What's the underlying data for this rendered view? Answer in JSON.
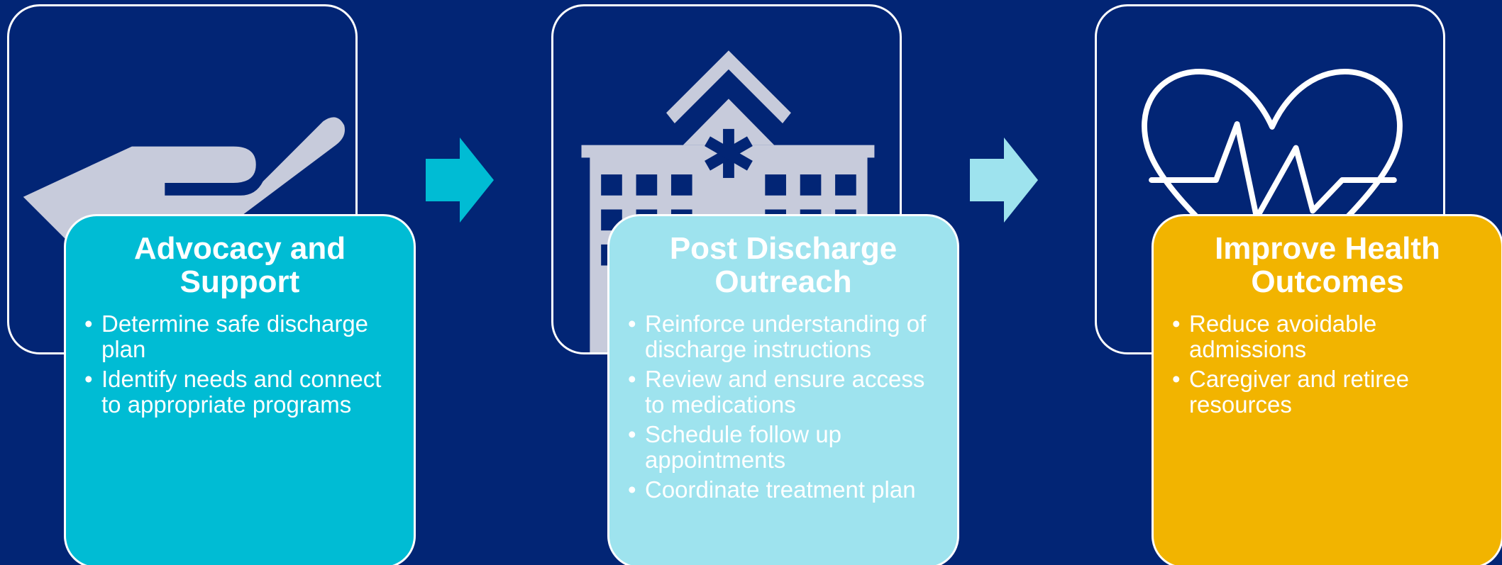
{
  "colors": {
    "background": "#022575",
    "card_advocacy": "#00bcd4",
    "card_outreach": "#9ee3ee",
    "card_outcomes": "#f2b400",
    "arrow_1": "#00bcd4",
    "arrow_2": "#9ee3ee",
    "icon_fill": "#c7cbdb",
    "outline": "#ffffff"
  },
  "steps": [
    {
      "icon": "open-hand-icon",
      "title": "Advocacy and Support",
      "bullets": [
        "Determine safe discharge plan",
        "Identify needs and connect to appropriate programs"
      ]
    },
    {
      "icon": "hospital-icon",
      "title": "Post Discharge Outreach",
      "bullets": [
        "Reinforce understanding of discharge instructions",
        "Review and ensure access to medications",
        "Schedule follow up appointments",
        "Coordinate treatment plan"
      ]
    },
    {
      "icon": "heartbeat-icon",
      "title": "Improve Health Outcomes",
      "bullets": [
        "Reduce avoidable admissions",
        "Caregiver and retiree resources"
      ]
    }
  ],
  "arrows": [
    "arrow-right-icon",
    "arrow-right-icon"
  ]
}
